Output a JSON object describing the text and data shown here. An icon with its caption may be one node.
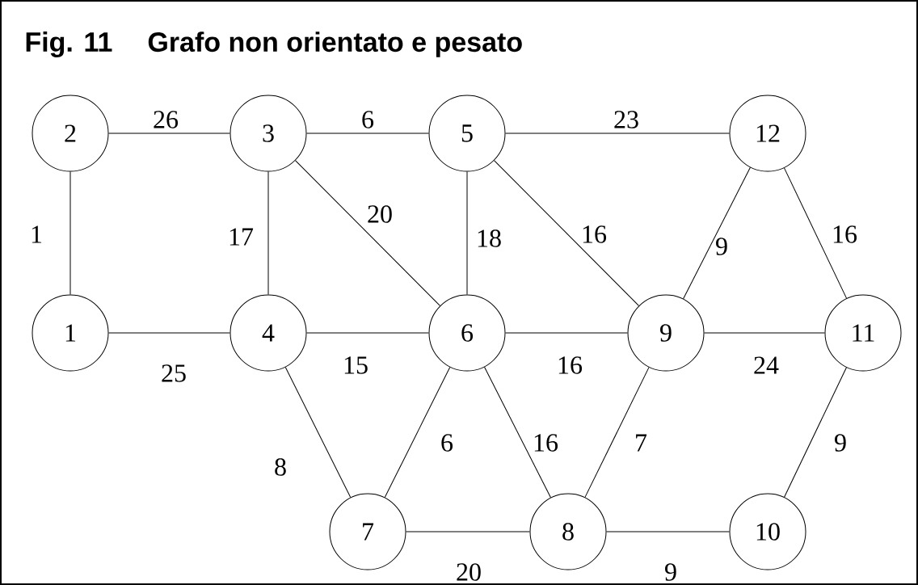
{
  "diagram": {
    "title": "Grafo non orientato e pesato",
    "nodes": [
      {
        "text": [
          "2"
        ]
      },
      {
        "text": [
          "3"
        ]
      },
      {
        "text": [
          "5"
        ]
      },
      {
        "text": [
          "12"
        ]
      },
      {
        "text": [
          "1"
        ]
      },
      {
        "text": [
          "4"
        ]
      },
      {
        "text": [
          "6"
        ]
      },
      {
        "text": [
          "9"
        ]
      },
      {
        "text": [
          "11"
        ]
      },
      {
        "text": [
          "7"
        ]
      },
      {
        "text": [
          "8"
        ]
      },
      {
        "text": [
          "10"
        ]
      }
    ],
    "edges": [
      {
        "from": 0,
        "to": 1,
        "arrow": "none",
        "label": "26"
      },
      {
        "from": 1,
        "to": 2,
        "arrow": "none",
        "label": "6"
      },
      {
        "from": 2,
        "to": 3,
        "arrow": "none",
        "label": "23"
      },
      {
        "from": 0,
        "to": 4,
        "arrow": "none",
        "label": "1"
      },
      {
        "from": 1,
        "to": 5,
        "arrow": "none",
        "label": "17"
      },
      {
        "from": 1,
        "to": 6,
        "arrow": "none",
        "label": "20"
      },
      {
        "from": 2,
        "to": 6,
        "arrow": "none",
        "label": "18"
      },
      {
        "from": 2,
        "to": 7,
        "arrow": "none",
        "label": "16"
      },
      {
        "from": 3,
        "to": 7,
        "arrow": "none",
        "label": "9"
      },
      {
        "from": 3,
        "to": 8,
        "arrow": "none",
        "label": "16"
      },
      {
        "from": 4,
        "to": 5,
        "arrow": "none",
        "label": "25"
      },
      {
        "from": 5,
        "to": 6,
        "arrow": "none",
        "label": "15"
      },
      {
        "from": 6,
        "to": 7,
        "arrow": "none",
        "label": "16"
      },
      {
        "from": 7,
        "to": 8,
        "arrow": "none",
        "label": "24"
      },
      {
        "from": 5,
        "to": 9,
        "arrow": "none",
        "label": "8"
      },
      {
        "from": 9,
        "to": 6,
        "arrow": "none",
        "label": "6"
      },
      {
        "from": 6,
        "to": 10,
        "arrow": "none",
        "label": "16"
      },
      {
        "from": 7,
        "to": 10,
        "arrow": "none",
        "label": "7"
      },
      {
        "from": 8,
        "to": 11,
        "arrow": "none",
        "label": "9"
      },
      {
        "from": 9,
        "to": 10,
        "arrow": "none",
        "label": "20"
      },
      {
        "from": 10,
        "to": 11,
        "arrow": "none",
        "label": "9"
      }
    ],
    "labels": [
      "Fig. 11"
    ]
  }
}
